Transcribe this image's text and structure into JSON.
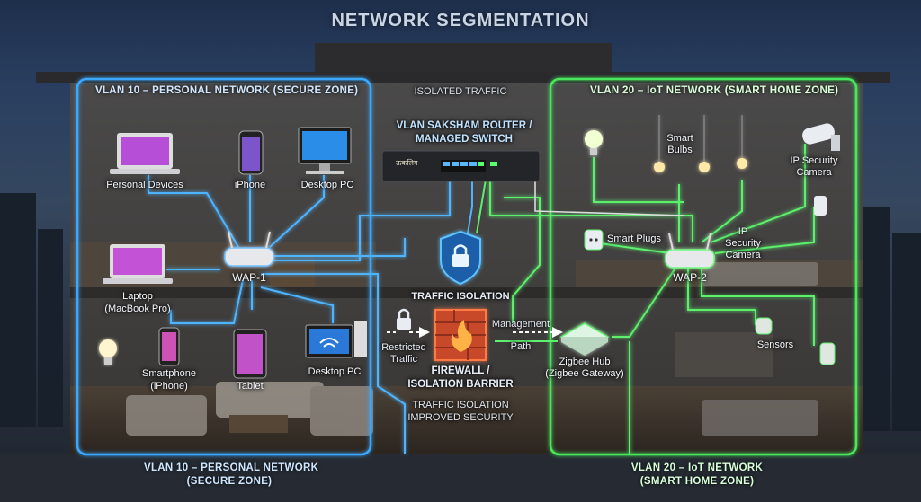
{
  "title": "NETWORK SEGMENTATION",
  "left_zone": {
    "top_title": "VLAN 10 – PERSONAL NETWORK (SECURE ZONE)",
    "bottom_title_line1": "VLAN 10 – PERSONAL NETWORK",
    "bottom_title_line2": "(SECURE ZONE)",
    "color": "#3aa8ff",
    "devices": {
      "personal_devices": "Personal Devices",
      "iphone": "iPhone",
      "desktop_pc_top": "Desktop PC",
      "laptop_line1": "Laptop",
      "laptop_line2": "(MacBook Pro)",
      "wap1": "WAP-1",
      "smartphone_line1": "Smartphone",
      "smartphone_line2": "(iPhone)",
      "tablet": "Tablet",
      "desktop_pc_bottom": "Desktop PC"
    }
  },
  "center": {
    "isolated_traffic": "ISOLATED TRAFFIC",
    "router_line1": "VLAN SAKSHAM ROUTER /",
    "router_line2": "MANAGED SWITCH",
    "switch_brand": "ऊकलिग",
    "traffic_isolation": "TRAFFIC ISOLATION",
    "restricted_line1": "Restricted",
    "restricted_line2": "Traffic",
    "management_line1": "Management",
    "management_line2": "Path",
    "firewall_line1": "FIREWALL /",
    "firewall_line2": "ISOLATION BARRIER",
    "caption_line1": "TRAFFIC ISOLATION",
    "caption_line2": "IMPROVED SECURITY"
  },
  "right_zone": {
    "top_title": "VLAN 20 – IoT NETWORK (SMART HOME ZONE)",
    "bottom_title_line1": "VLAN 20 – IoT NETWORK",
    "bottom_title_line2": "(SMART HOME ZONE)",
    "color": "#47e85a",
    "devices": {
      "smart_bulbs_line1": "Smart",
      "smart_bulbs_line2": "Bulbs",
      "ip_cam1_line1": "IP Security",
      "ip_cam1_line2": "Camera",
      "smart_plugs": "Smart Plugs",
      "ip_cam2_line1": "IP",
      "ip_cam2_line2": "Security",
      "ip_cam2_line3": "Camera",
      "wap2": "WAP-2",
      "sensors": "Sensors",
      "zigbee_line1": "Zigbee Hub",
      "zigbee_line2": "(Zigbee Gateway)"
    }
  }
}
